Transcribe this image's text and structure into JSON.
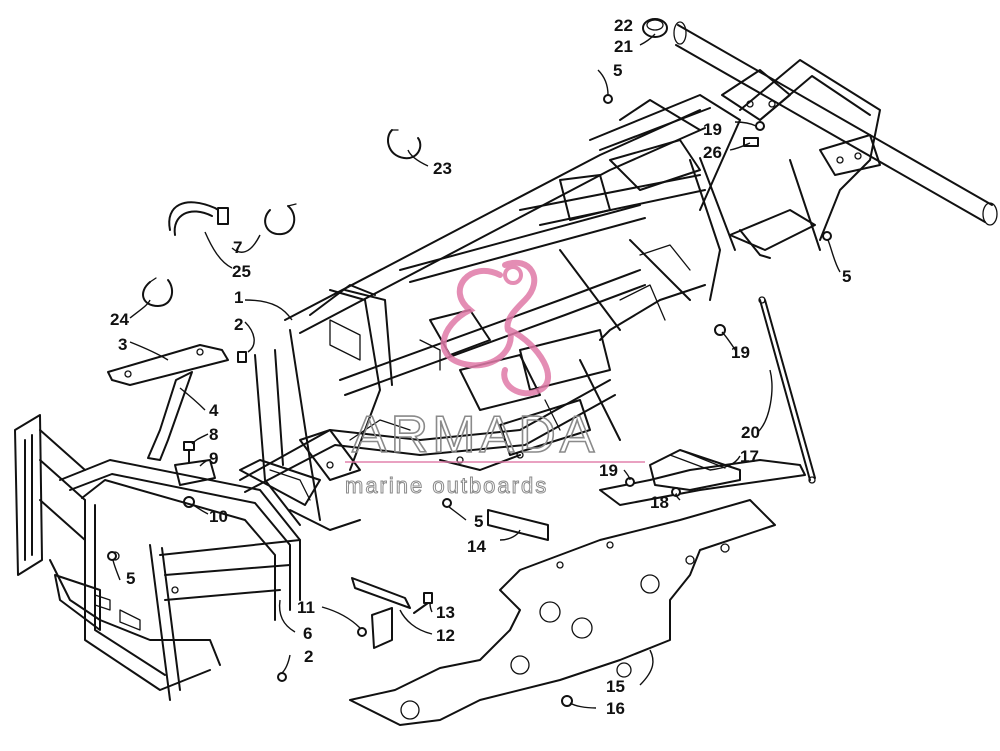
{
  "diagram": {
    "type": "exploded-parts-diagram",
    "part_callouts": [
      {
        "id": "c1",
        "label": "1"
      },
      {
        "id": "c2a",
        "label": "2"
      },
      {
        "id": "c2b",
        "label": "2"
      },
      {
        "id": "c3",
        "label": "3"
      },
      {
        "id": "c4",
        "label": "4"
      },
      {
        "id": "c5a",
        "label": "5"
      },
      {
        "id": "c5b",
        "label": "5"
      },
      {
        "id": "c5c",
        "label": "5"
      },
      {
        "id": "c5d",
        "label": "5"
      },
      {
        "id": "c6",
        "label": "6"
      },
      {
        "id": "c7",
        "label": "7"
      },
      {
        "id": "c8",
        "label": "8"
      },
      {
        "id": "c9",
        "label": "9"
      },
      {
        "id": "c10",
        "label": "10"
      },
      {
        "id": "c11",
        "label": "11"
      },
      {
        "id": "c12",
        "label": "12"
      },
      {
        "id": "c13",
        "label": "13"
      },
      {
        "id": "c14",
        "label": "14"
      },
      {
        "id": "c15",
        "label": "15"
      },
      {
        "id": "c16",
        "label": "16"
      },
      {
        "id": "c17",
        "label": "17"
      },
      {
        "id": "c18",
        "label": "18"
      },
      {
        "id": "c19a",
        "label": "19"
      },
      {
        "id": "c19b",
        "label": "19"
      },
      {
        "id": "c19c",
        "label": "19"
      },
      {
        "id": "c20",
        "label": "20"
      },
      {
        "id": "c21",
        "label": "21"
      },
      {
        "id": "c22",
        "label": "22"
      },
      {
        "id": "c23",
        "label": "23"
      },
      {
        "id": "c24",
        "label": "24"
      },
      {
        "id": "c25",
        "label": "25"
      },
      {
        "id": "c26",
        "label": "26"
      }
    ]
  },
  "watermark": {
    "title": "ARMADA",
    "subtitle": "marine outboards",
    "logo_color": "#e07aa8"
  }
}
